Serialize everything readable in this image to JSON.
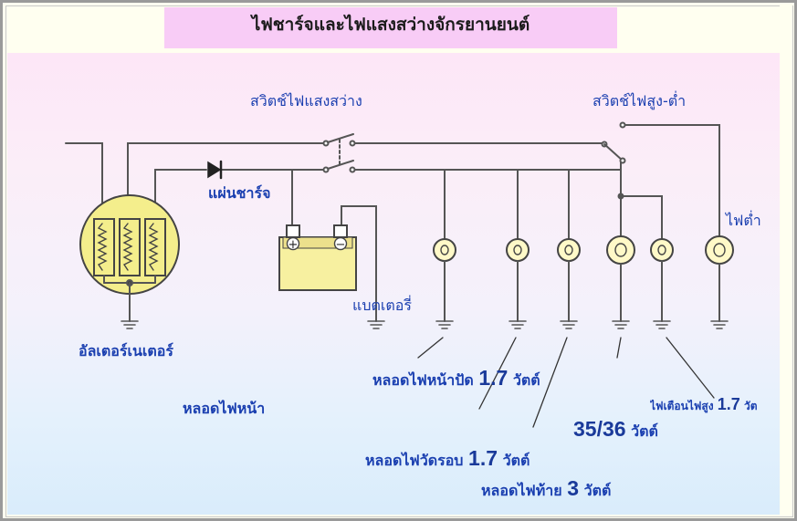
{
  "title": "ไฟชาร์จและไฟแสงสว่างจักรยานยนต์",
  "labels": {
    "light_switch": "สวิตช์ไฟแสงสว่าง",
    "hi_lo_switch": "สวิตช์ไฟสูง-ต่ำ",
    "rectifier": "แผ่นชาร์จ",
    "low_beam": "ไฟต่ำ",
    "battery": "แบตเตอรี่",
    "alternator": "อัลเตอร์เนเตอร์",
    "headlamp": "หลอดไฟหน้า",
    "parking_lamp_text": "หลอดไฟหน้าปัด",
    "parking_lamp_watt": "1.7",
    "parking_lamp_unit": "วัตต์",
    "headlamp_watt": "35/36",
    "headlamp_unit": "วัตต์",
    "hibeam_ind_text": "ไฟเตือนไฟสูง",
    "hibeam_ind_watt": "1.7",
    "hibeam_ind_unit": "วัต",
    "rpm_lamp_text": "หลอดไฟวัดรอบ",
    "rpm_lamp_watt": "1.7",
    "rpm_lamp_unit": "วัตต์",
    "tail_lamp_text": "หลอดไฟท้าย",
    "tail_lamp_watt": "3",
    "tail_lamp_unit": "วัตต์"
  },
  "battery_terminals": {
    "positive": "+",
    "negative": "−"
  },
  "colors": {
    "wire": "#555555",
    "label": "#1a3fb0",
    "title_bg": "#f8ccf6",
    "alternator_fill": "#f4ee8c",
    "battery_fill": "#f7f0a0"
  }
}
